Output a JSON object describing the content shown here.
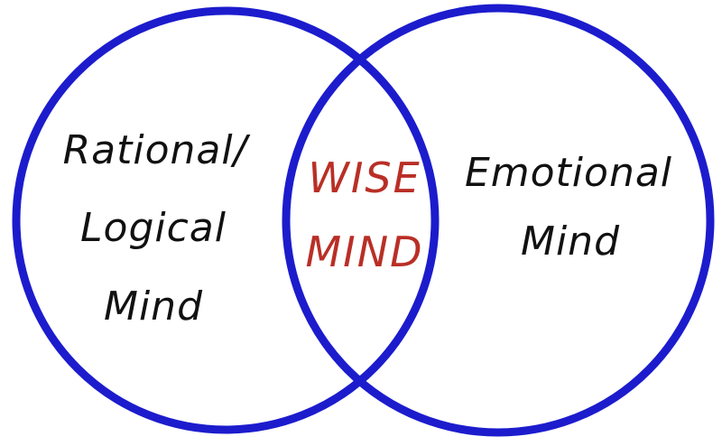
{
  "venn": {
    "left_circle": {
      "lines": [
        "Rational/",
        "Logical",
        "Mind"
      ]
    },
    "overlap": {
      "lines": [
        "WISE",
        "MIND"
      ]
    },
    "right_circle": {
      "lines": [
        "Emotional",
        "Mind"
      ]
    },
    "colors": {
      "circle_stroke": "#1c1ccd",
      "black_text": "#111111",
      "red_text": "#b92f26",
      "background": "#ffffff"
    }
  }
}
